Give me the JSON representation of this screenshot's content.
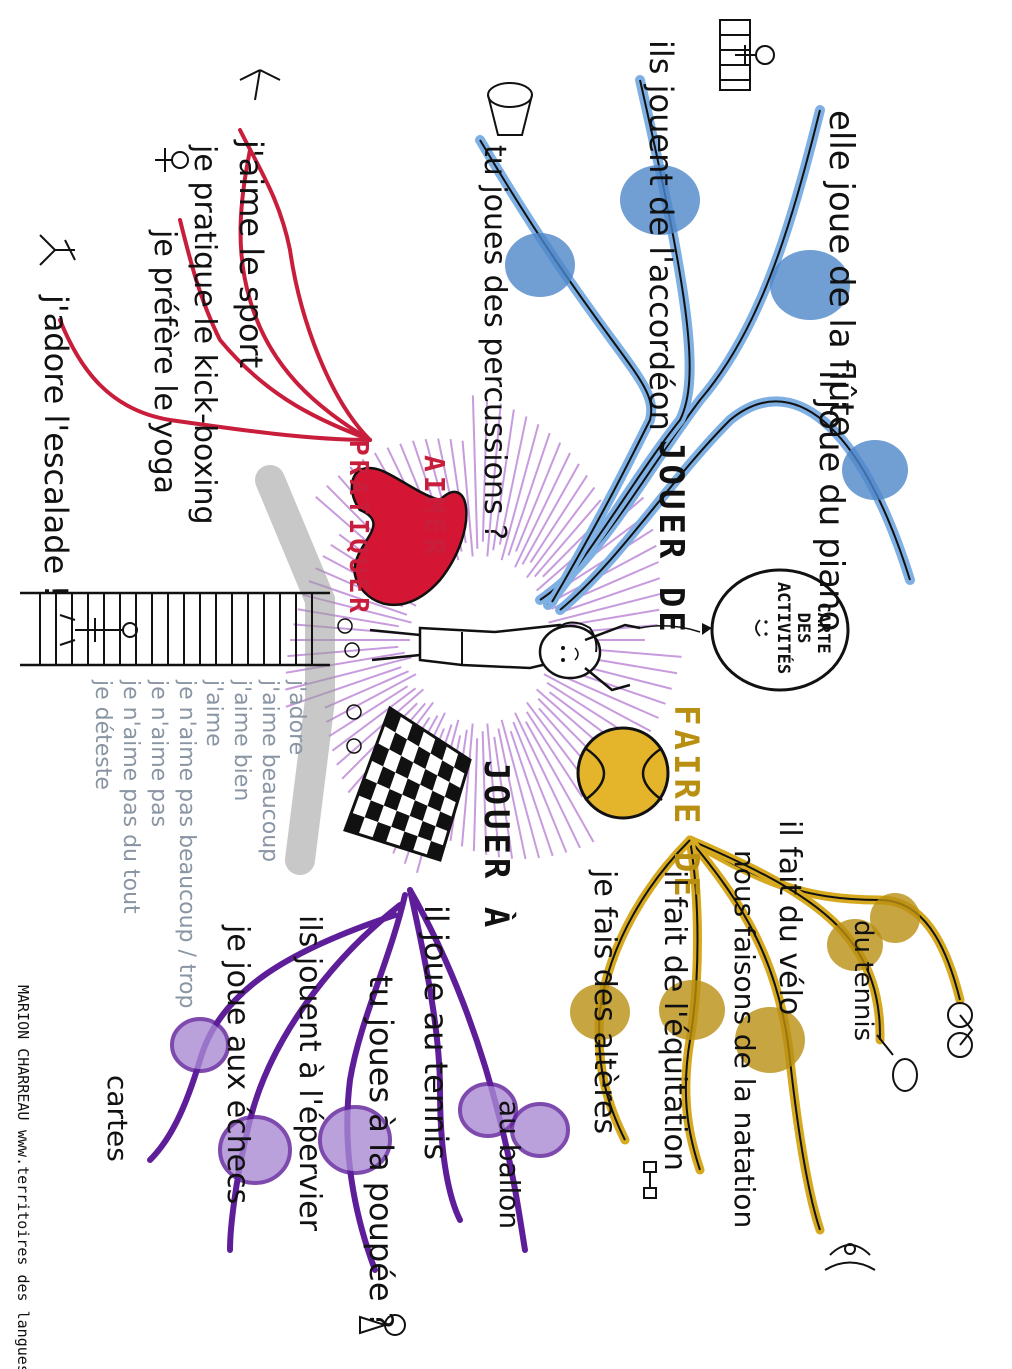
{
  "center": {
    "balloon_lines": [
      "CARTE",
      "DES",
      "ACTIVITÉS"
    ]
  },
  "colors": {
    "jouer_de": "#4d86c8",
    "jouer_de_light": "#7fb0e4",
    "faire_de": "#d6a91e",
    "faire_de_dark": "#b98f12",
    "jouer_a": "#5e1e9a",
    "jouer_a_light": "#a98ad4",
    "aimer": "#c81e3c",
    "heart": "#d41634",
    "purple_rays": "#b57ad2",
    "grey": "#8a95a3",
    "ink": "#111111"
  },
  "branches": {
    "jouer_de": {
      "title": "JOUER DE",
      "phrases": [
        "elle joue de la flûte",
        "il joue du piano",
        "ils jouent de l'accordéon",
        "tu joues des percussions ?"
      ]
    },
    "faire_de": {
      "title": "FAIRE DE",
      "phrases": [
        "il fait du vélo",
        "du tennis",
        "nous faisons de la natation",
        "il fait de l'équitation",
        "je fais des altères"
      ]
    },
    "jouer_a": {
      "title": "JOUER À",
      "phrases": [
        "il joue au tennis",
        "au ballon",
        "tu joues à la poupée ?",
        "ils jouent à l'épervier",
        "je joue aux échecs",
        "cartes"
      ]
    },
    "aimer": {
      "title_line1": "AIMER",
      "title_line2": "PRATIQUER",
      "phrases": [
        "j'aime le sport",
        "je pratique le kick-boxing",
        "je préfère le yoga",
        "j'adore l'escalade !"
      ]
    }
  },
  "scale": [
    "j'adore",
    "j'aime beaucoup",
    "j'aime bien",
    "j'aime",
    "je n'aime pas beaucoup / trop",
    "je n'aime pas",
    "je n'aime pas du tout",
    "je déteste"
  ],
  "credits": {
    "author": "MARION CHARREAU",
    "website": "www.territoires des langues.com"
  }
}
